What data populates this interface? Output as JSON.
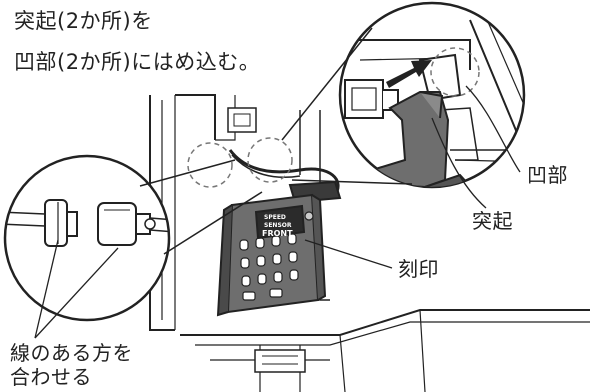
{
  "instruction": {
    "line1": "突起(2か所)を",
    "line2": "凹部(2か所)にはめ込む。"
  },
  "callouts": {
    "recess": "凹部",
    "protrusion": "突起",
    "engraving": "刻印",
    "match_line_1": "線のある方を",
    "match_line_2": "合わせる"
  },
  "stamp": {
    "row1": "SPEED",
    "row2": "SENSOR",
    "row3": "FRONT"
  },
  "colors": {
    "ink": "#222222",
    "part_gray": "#6e6e6e",
    "part_dark": "#3a3a3a",
    "bg": "#ffffff"
  }
}
